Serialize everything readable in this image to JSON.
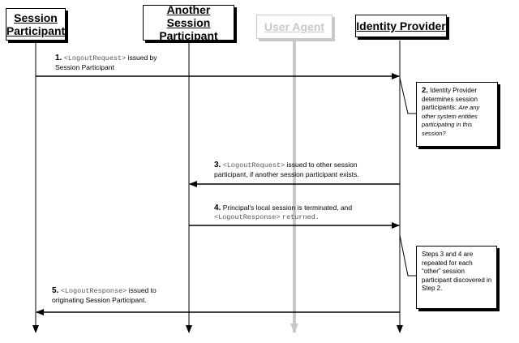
{
  "actors": {
    "session_participant": {
      "line1": "Session",
      "line2": "Participant"
    },
    "another_participant": {
      "line1": "Another Session",
      "line2": "Participant"
    },
    "user_agent": {
      "label": "User Agent"
    },
    "identity_provider": {
      "label": "Identity Provider"
    }
  },
  "messages": [
    {
      "num": "1.",
      "tag": "<LogoutRequest>",
      "text": "issued by",
      "line2": "Session Participant"
    },
    {
      "num": "3.",
      "tag": "<LogoutRequest>",
      "text": "issued to other session",
      "line2": "participant, if another session participant exists."
    },
    {
      "num": "4.",
      "text": "Principal's local session is terminated, and",
      "tag": "<LogoutResponse>",
      "tail": "returned."
    },
    {
      "num": "5.",
      "tag": "<LogoutResponse>",
      "text": "issued to",
      "line2": "originating Session Participant."
    }
  ],
  "notes": {
    "step2": {
      "num": "2.",
      "text": "Identity Provider determines session participants:",
      "italic": "Are any other system entities participating in this session?"
    },
    "repeat": {
      "text": "Steps 3 and 4 are repeated for each “other” session participant discovered in Step 2."
    }
  },
  "colors": {
    "line": "#000000",
    "inactive": "#c8c8c8",
    "tag_text": "#555555"
  }
}
